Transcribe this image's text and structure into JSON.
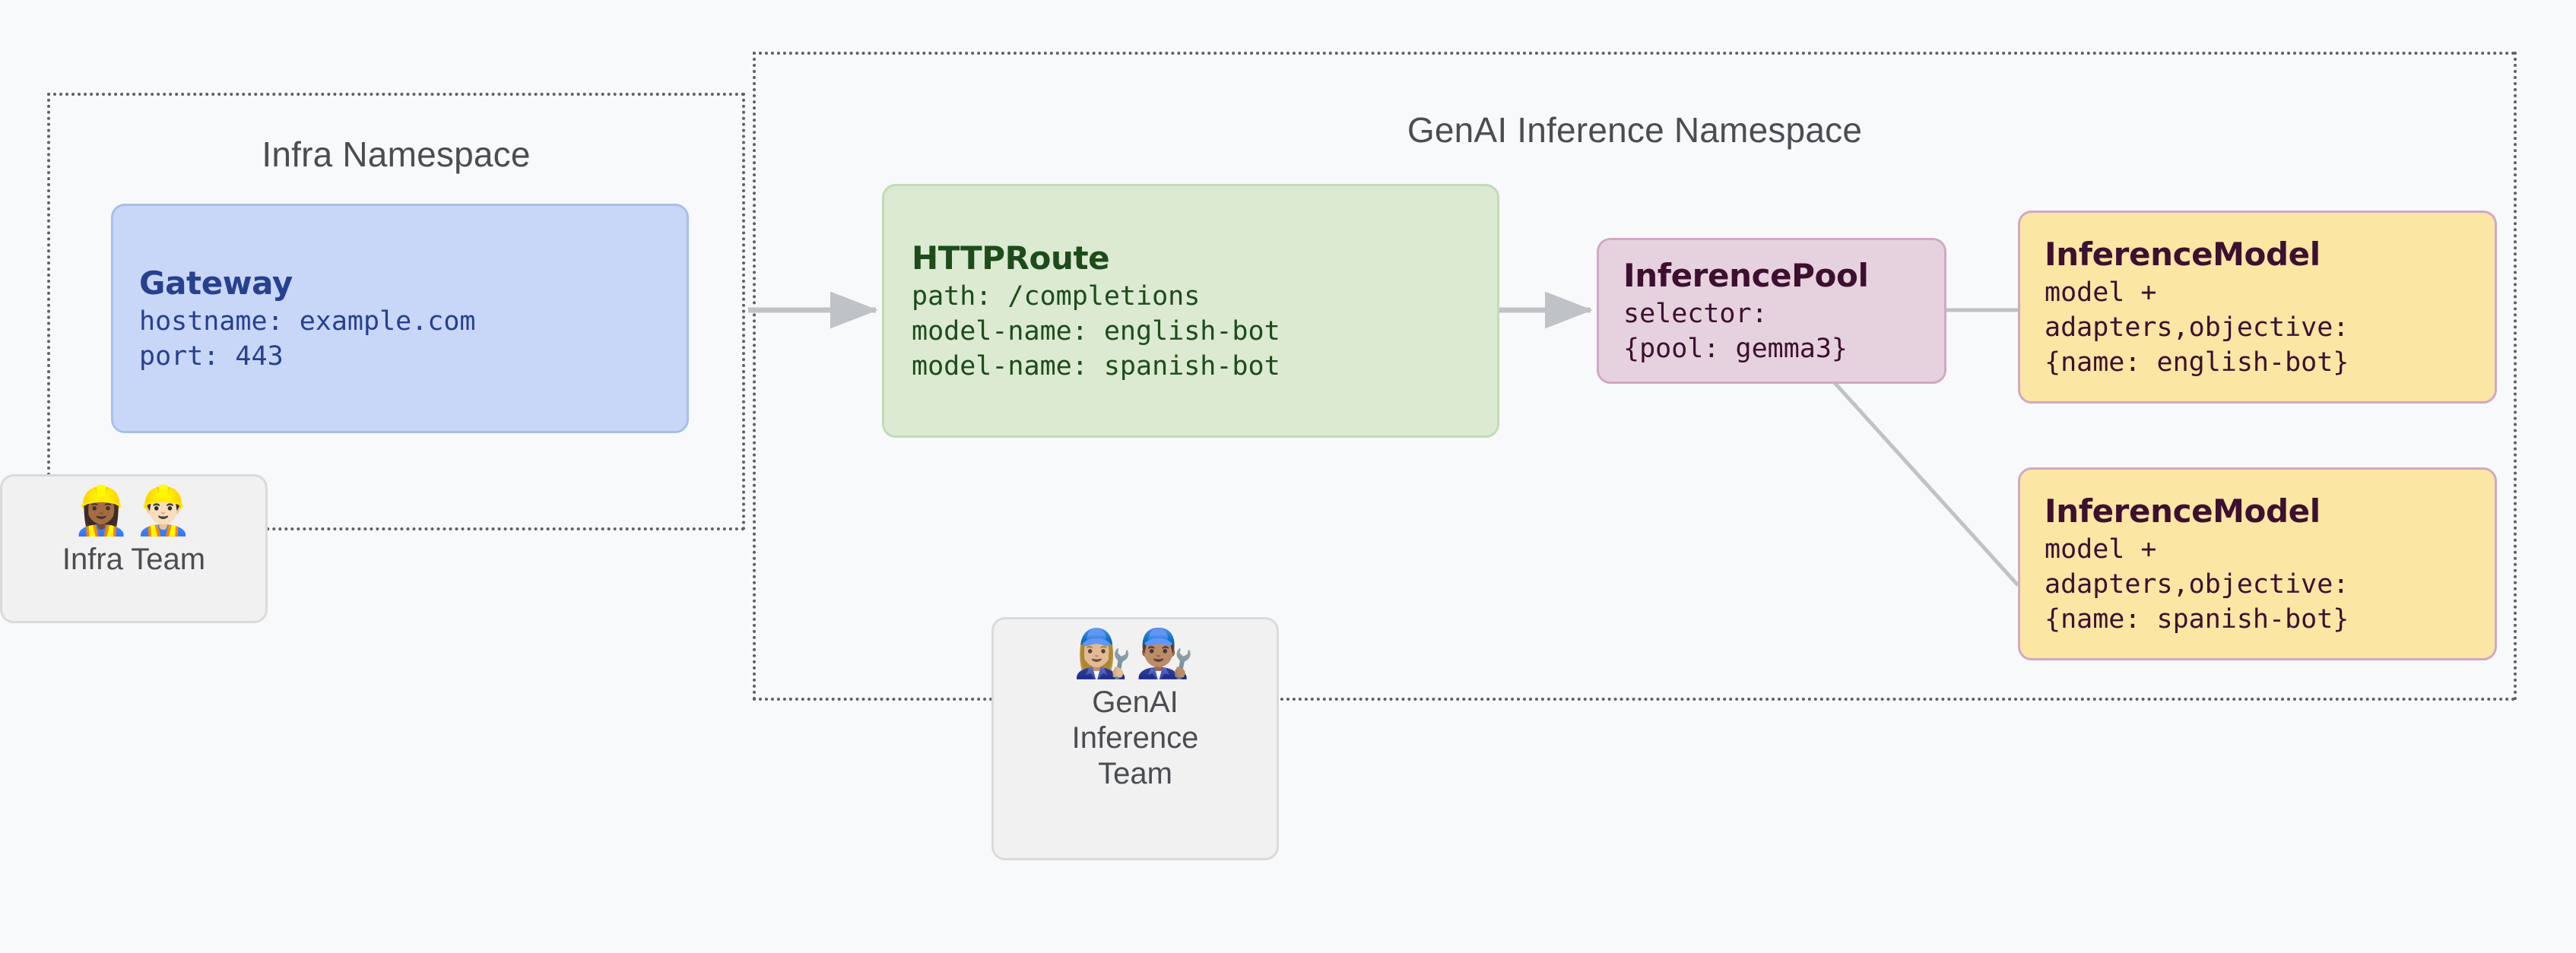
{
  "diagram": {
    "background": "#f8f9fb",
    "namespaces": [
      {
        "id": "infra",
        "title": "Infra Namespace",
        "border_color": "#5d6066"
      },
      {
        "id": "genai",
        "title": "GenAI Inference Namespace",
        "border_color": "#5d6066"
      }
    ],
    "nodes": {
      "gateway": {
        "title": "Gateway",
        "lines": "hostname: example.com\nport: 443",
        "fill": "#c8d7f7",
        "stroke": "#a9bfe8",
        "text_color": "#27408f"
      },
      "httproute": {
        "title": "HTTPRoute",
        "lines": "path: /completions\nmodel-name: english-bot\nmodel-name: spanish-bot",
        "fill": "#dcead2",
        "stroke": "#c4dbb4",
        "text_color": "#1d4c1b"
      },
      "inferencepool": {
        "title": "InferencePool",
        "lines": "selector:\n{pool: gemma3}",
        "fill": "#e6d2de",
        "stroke": "#d0a9c4",
        "text_color": "#3d1030"
      },
      "inferencemodel_english": {
        "title": "InferenceModel",
        "lines": "model +\nadapters,objective:\n{name: english-bot}",
        "fill": "#fce6a4",
        "stroke": "#d0a9c4",
        "text_color": "#3d1030"
      },
      "inferencemodel_spanish": {
        "title": "InferenceModel",
        "lines": "model +\nadapters,objective:\n{name: spanish-bot}",
        "fill": "#fce6a4",
        "stroke": "#d0a9c4",
        "text_color": "#3d1030"
      }
    },
    "teams": [
      {
        "id": "infra-team",
        "label": "Infra Team",
        "emoji": "👷🏾‍♀️👷🏻‍♂️",
        "icon_names": [
          "construction-worker-woman-icon",
          "construction-worker-man-icon"
        ]
      },
      {
        "id": "genai-inference-team",
        "label": "GenAI\nInference\nTeam",
        "emoji": "👩🏼‍🔧👨🏽‍🔧",
        "icon_names": [
          "mechanic-woman-icon",
          "mechanic-man-icon"
        ]
      }
    ],
    "connectors": {
      "arrow_color": "#bfc2c6",
      "edges": [
        {
          "from": "gateway",
          "to": "httproute",
          "style": "solid-arrow"
        },
        {
          "from": "httproute",
          "to": "inferencepool",
          "style": "solid-arrow"
        },
        {
          "from": "inferencemodel_english",
          "to": "inferencepool",
          "style": "solid-arrow"
        },
        {
          "from": "inferencemodel_spanish",
          "to": "inferencepool",
          "style": "solid-arrow"
        }
      ]
    }
  }
}
